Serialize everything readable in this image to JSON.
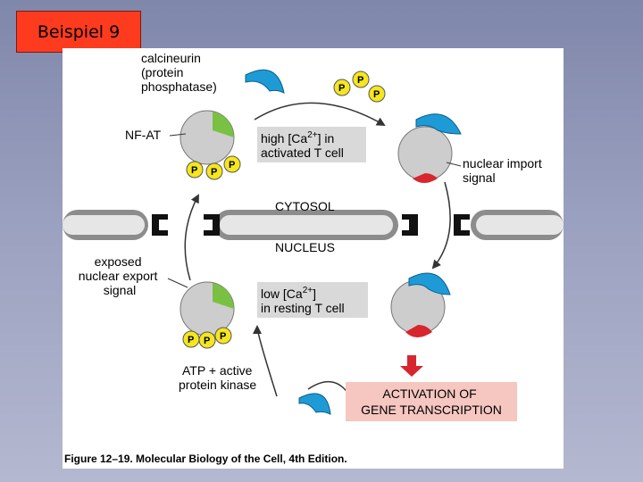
{
  "slide_tag": "Beispiel 9",
  "colors": {
    "background_top": "#7f87aa",
    "tag_red": "#ff3b1f",
    "calcineurin_blue": "#1e9bd7",
    "nfat_grey": "#cdcdcd",
    "nfat_green": "#7ac143",
    "import_signal_red": "#d7262e",
    "phosphate_yellow": "#f5e61e",
    "calcium_box": "#d9d9d9",
    "activation_box": "#f6c6c0"
  },
  "labels": {
    "calcineurin": [
      "calcineurin",
      "(protein",
      "phosphatase)"
    ],
    "nfat": "NF-AT",
    "high_ca": {
      "pre": "high [Ca",
      "sup": "2+",
      "post": "] in",
      "line2": "activated T cell"
    },
    "low_ca": {
      "pre": "low [Ca",
      "sup": "2+",
      "post": "]",
      "line2": "in resting T cell"
    },
    "nuclear_import": [
      "nuclear import",
      "signal"
    ],
    "cytosol": "CYTOSOL",
    "nucleus": "NUCLEUS",
    "exposed_export": [
      "exposed",
      "nuclear export",
      "signal"
    ],
    "atp_kinase": [
      "ATP + active",
      "protein kinase"
    ],
    "activation": [
      "ACTIVATION OF",
      "GENE TRANSCRIPTION"
    ],
    "phosphate": "P"
  },
  "caption": "Figure 12–19. Molecular Biology of the Cell, 4th Edition."
}
